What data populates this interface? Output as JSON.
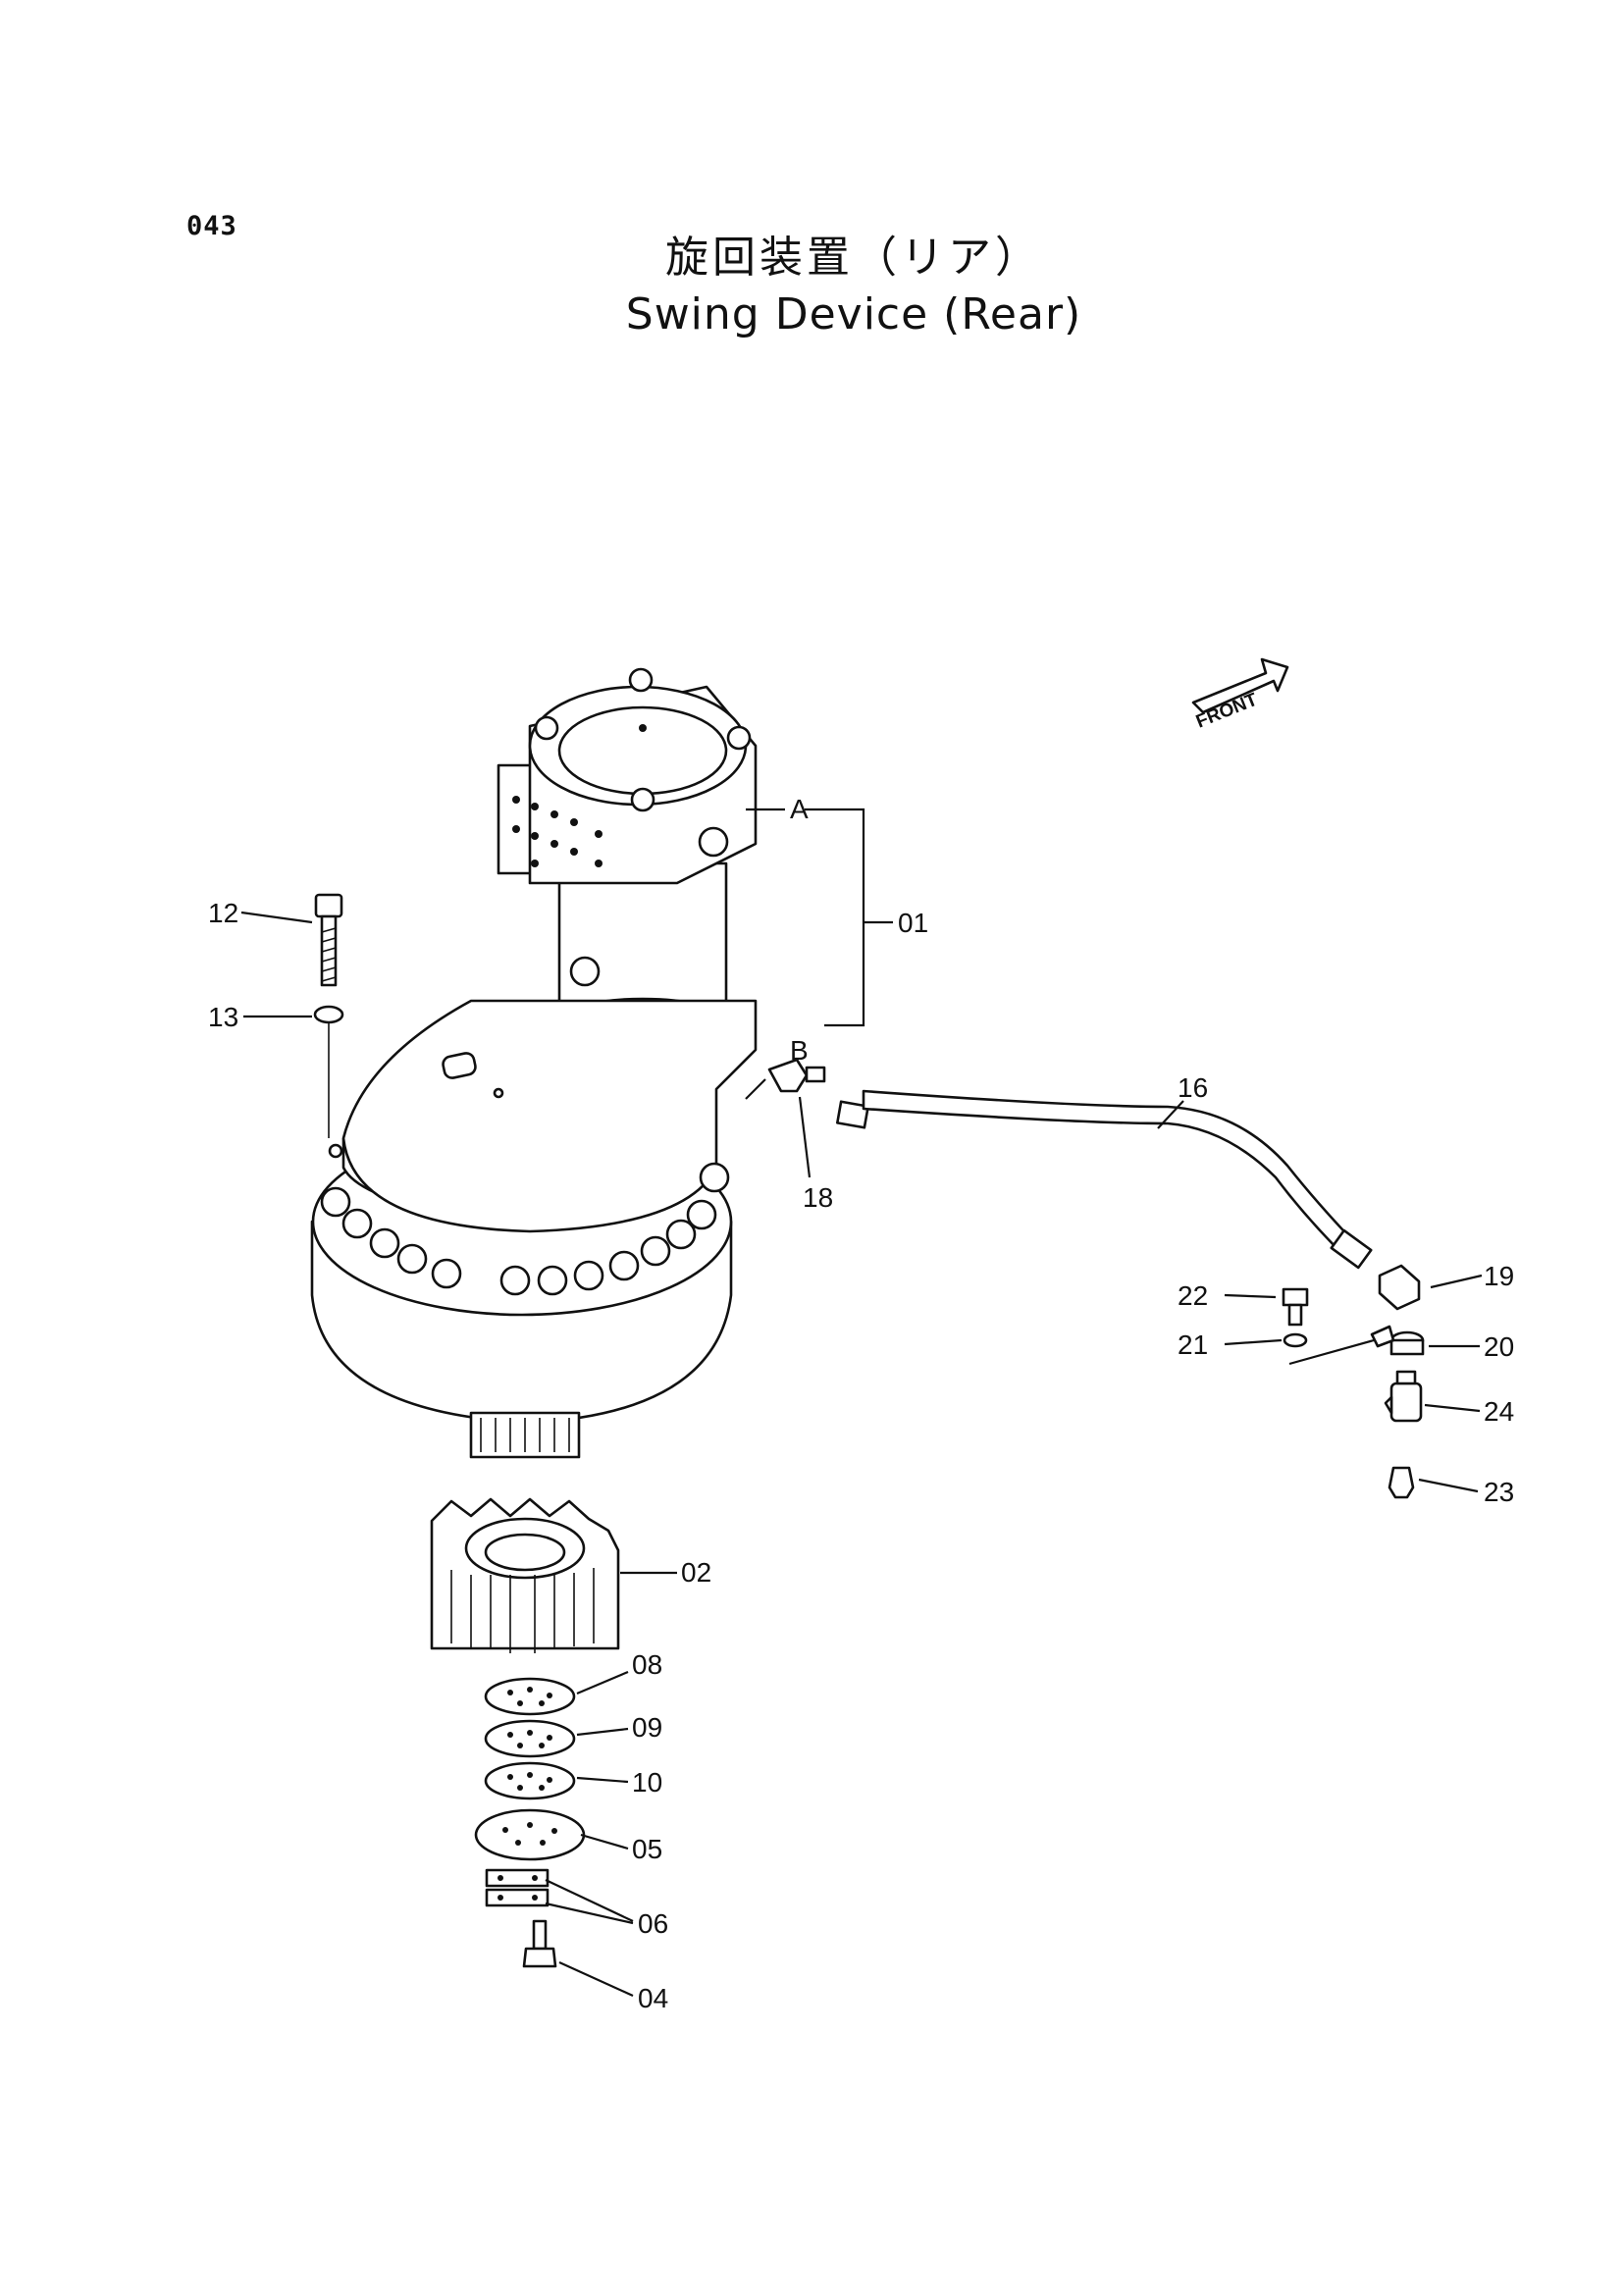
{
  "page": {
    "number": "043"
  },
  "title": {
    "japanese": "旋回装置（リア）",
    "english": "Swing Device (Rear)"
  },
  "front_tag": "FRONT",
  "callouts": {
    "c01": "01",
    "cA": "A",
    "cB": "B",
    "c02": "02",
    "c04": "04",
    "c05": "05",
    "c06": "06",
    "c08": "08",
    "c09": "09",
    "c10": "10",
    "c12": "12",
    "c13": "13",
    "c16": "16",
    "c18": "18",
    "c19": "19",
    "c20": "20",
    "c21": "21",
    "c22": "22",
    "c23": "23",
    "c24": "24"
  }
}
